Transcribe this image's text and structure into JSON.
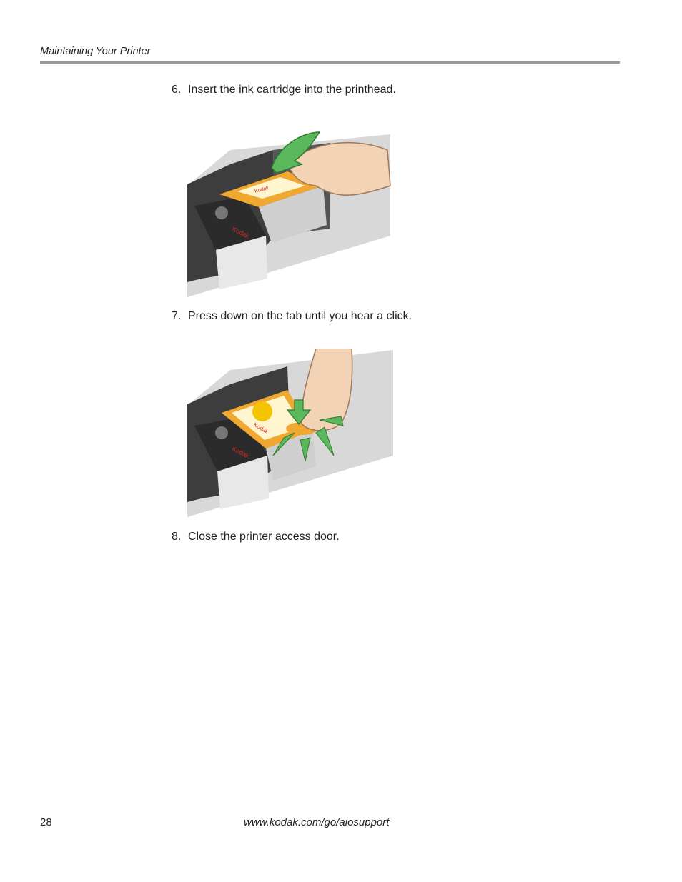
{
  "header": {
    "title": "Maintaining Your Printer"
  },
  "steps": [
    {
      "number": "6.",
      "text": "Insert the ink cartridge into the printhead."
    },
    {
      "number": "7.",
      "text": "Press down on the tab until you hear a click."
    },
    {
      "number": "8.",
      "text": "Close the printer access door."
    }
  ],
  "figures": {
    "insert": {
      "black_label": "Kodak",
      "color_label": "Kodak"
    },
    "press": {
      "black_label": "Kodak",
      "color_label": "Kodak"
    }
  },
  "colors": {
    "arrow_green": "#5cb85c",
    "cartridge_orange": "#f0a830",
    "cartridge_yellow": "#f5c400",
    "kodak_red": "#d42a2a",
    "printer_dark": "#3d3d3d"
  },
  "footer": {
    "page_number": "28",
    "url": "www.kodak.com/go/aiosupport"
  }
}
